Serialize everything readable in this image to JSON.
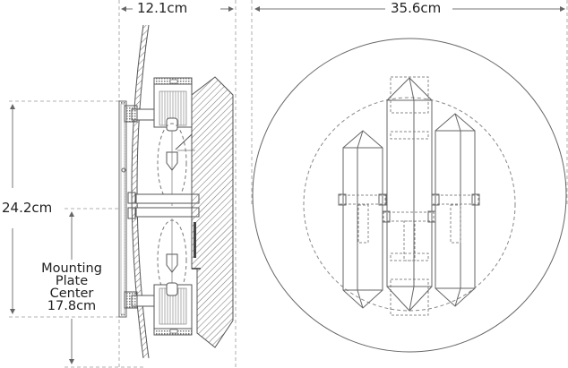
{
  "diagram": {
    "type": "technical-dimension-drawing",
    "views": [
      {
        "id": "side-view",
        "description": "Side profile of wall sconce with hatched crystal and two candle bulbs"
      },
      {
        "id": "front-view",
        "description": "Front elevation showing three crystal prisms on round backplate"
      }
    ]
  },
  "dimensions": {
    "depth": {
      "label": "12.1cm",
      "value": 12.1,
      "unit": "cm"
    },
    "width": {
      "label": "35.6cm",
      "value": 35.6,
      "unit": "cm"
    },
    "height": {
      "label": "24.2cm",
      "value": 24.2,
      "unit": "cm"
    },
    "mounting_plate_center": {
      "lines": [
        "Mounting",
        "Plate",
        "Center",
        "17.8cm"
      ],
      "value": 17.8,
      "unit": "cm"
    }
  },
  "colors": {
    "line": "#555555",
    "dim_line": "#888888",
    "text": "#222222",
    "background": "#ffffff"
  }
}
